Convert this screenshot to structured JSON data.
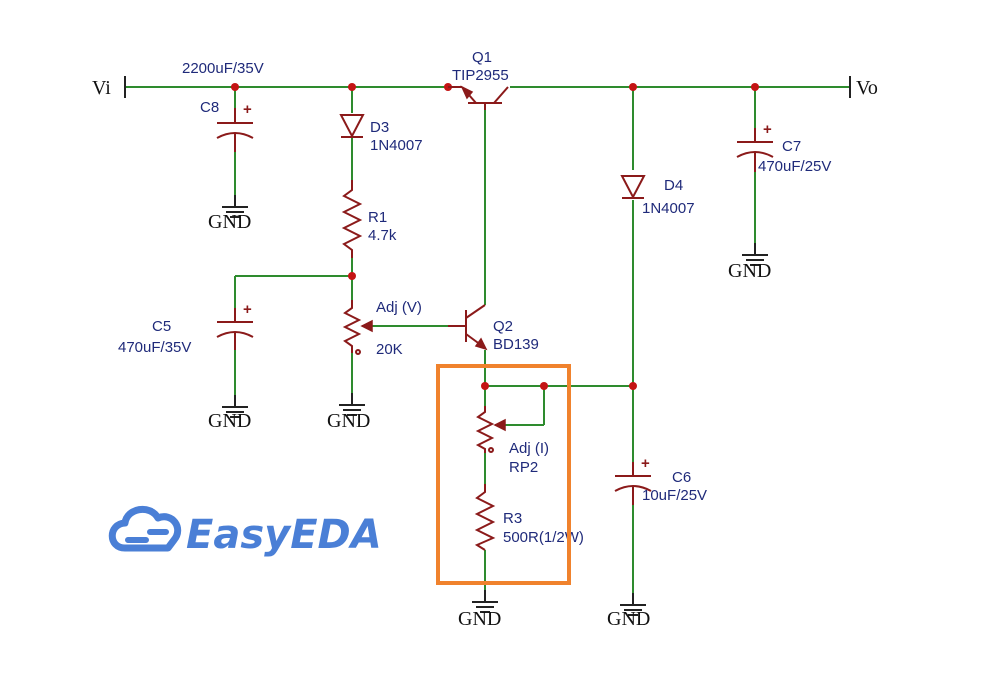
{
  "ports": {
    "input": "Vi",
    "output": "Vo"
  },
  "gnd_label": "GND",
  "components": {
    "c8": {
      "ref": "C8",
      "value": "2200uF/35V"
    },
    "d3": {
      "ref": "D3",
      "value": "1N4007"
    },
    "r1": {
      "ref": "R1",
      "value": "4.7k"
    },
    "q1": {
      "ref": "Q1",
      "value": "TIP2955"
    },
    "d4": {
      "ref": "D4",
      "value": "1N4007"
    },
    "c7": {
      "ref": "C7",
      "value": "470uF/25V"
    },
    "c5": {
      "ref": "C5",
      "value": "470uF/35V"
    },
    "rv1": {
      "label": "Adj (V)",
      "value": "20K"
    },
    "q2": {
      "ref": "Q2",
      "value": "BD139"
    },
    "rp2": {
      "label": "Adj (I)",
      "ref": "RP2"
    },
    "r3": {
      "ref": "R3",
      "value": "500R(1/2W)"
    },
    "c6": {
      "ref": "C6",
      "value": "10uF/25V"
    }
  },
  "logo": {
    "text": "EasyEDA"
  },
  "colors": {
    "wire": "#2e8b2e",
    "component": "#8b1a1a",
    "label": "#1f2a7a",
    "junction": "#c41414",
    "highlight": "#f0822d",
    "logo": "#4a7fd6"
  }
}
